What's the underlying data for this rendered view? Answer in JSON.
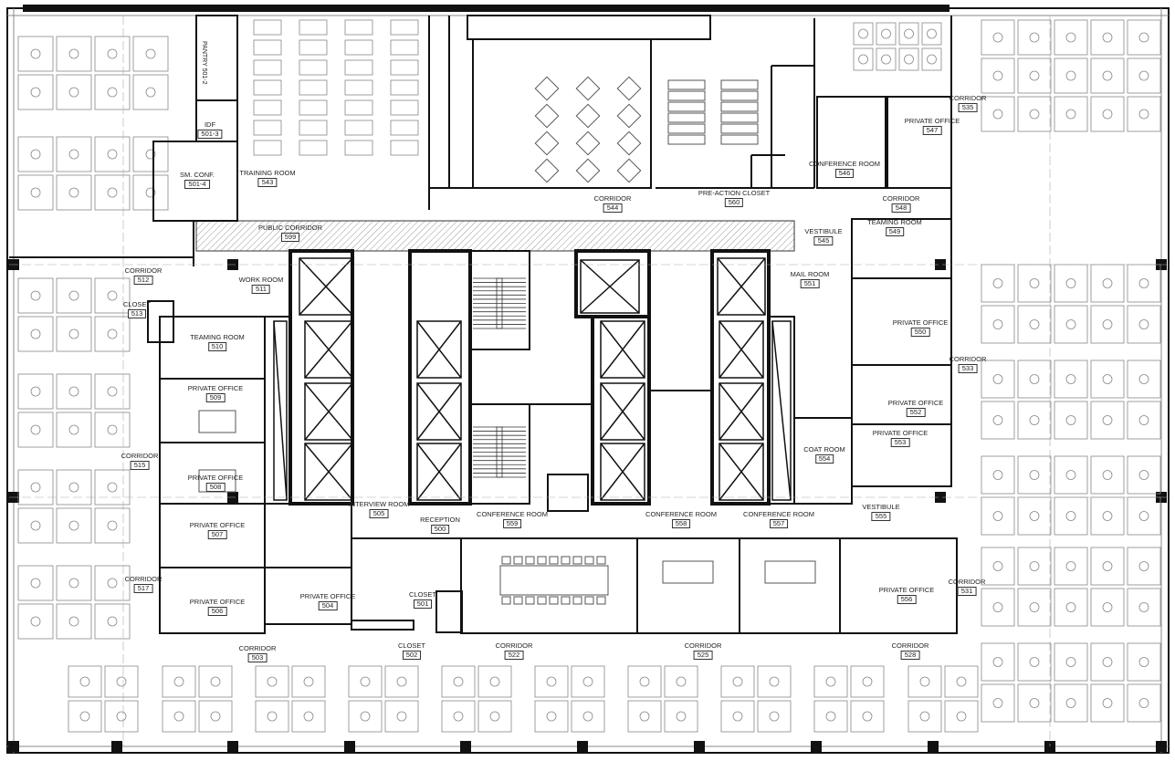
{
  "plan_title": "",
  "rooms": [
    {
      "id": "r543",
      "name": "TRAINING ROOM",
      "number": "543"
    },
    {
      "id": "r501_4",
      "name": "SM. CONF.",
      "number": "501-4"
    },
    {
      "id": "r501_3",
      "name": "IDF",
      "number": "501-3"
    },
    {
      "id": "r599",
      "name": "PUBLIC CORRIDOR",
      "number": "599"
    },
    {
      "id": "r544",
      "name": "CORRIDOR",
      "number": "544"
    },
    {
      "id": "r560",
      "name": "PRE-ACTION CLOSET",
      "number": "560"
    },
    {
      "id": "r548",
      "name": "CORRIDOR",
      "number": "548"
    },
    {
      "id": "r546",
      "name": "CONFERENCE ROOM",
      "number": "546"
    },
    {
      "id": "r547",
      "name": "PRIVATE OFFICE",
      "number": "547"
    },
    {
      "id": "r535",
      "name": "CORRIDOR",
      "number": "535"
    },
    {
      "id": "r545",
      "name": "VESTIBULE",
      "number": "545"
    },
    {
      "id": "r549",
      "name": "TEAMING ROOM",
      "number": "549"
    },
    {
      "id": "r551",
      "name": "MAIL ROOM",
      "number": "551"
    },
    {
      "id": "r550",
      "name": "PRIVATE OFFICE",
      "number": "550"
    },
    {
      "id": "r533",
      "name": "CORRIDOR",
      "number": "533"
    },
    {
      "id": "r552",
      "name": "PRIVATE OFFICE",
      "number": "552"
    },
    {
      "id": "r553",
      "name": "PRIVATE OFFICE",
      "number": "553"
    },
    {
      "id": "r554",
      "name": "COAT ROOM",
      "number": "554"
    },
    {
      "id": "r555",
      "name": "VESTIBULE",
      "number": "555"
    },
    {
      "id": "r512",
      "name": "CORRIDOR",
      "number": "512"
    },
    {
      "id": "r513",
      "name": "CLOSET",
      "number": "513"
    },
    {
      "id": "r511",
      "name": "WORK ROOM",
      "number": "511"
    },
    {
      "id": "r510",
      "name": "TEAMING ROOM",
      "number": "510"
    },
    {
      "id": "r509",
      "name": "PRIVATE OFFICE",
      "number": "509"
    },
    {
      "id": "r508",
      "name": "PRIVATE OFFICE",
      "number": "508"
    },
    {
      "id": "r515",
      "name": "CORRIDOR",
      "number": "515"
    },
    {
      "id": "r507",
      "name": "PRIVATE OFFICE",
      "number": "507"
    },
    {
      "id": "r506",
      "name": "PRIVATE OFFICE",
      "number": "506"
    },
    {
      "id": "r504",
      "name": "PRIVATE OFFICE",
      "number": "504"
    },
    {
      "id": "r505",
      "name": "INTERVIEW ROOM",
      "number": "505"
    },
    {
      "id": "r500",
      "name": "RECEPTION",
      "number": "500"
    },
    {
      "id": "r559",
      "name": "CONFERENCE ROOM",
      "number": "559"
    },
    {
      "id": "r558",
      "name": "CONFERENCE ROOM",
      "number": "558"
    },
    {
      "id": "r557",
      "name": "CONFERENCE ROOM",
      "number": "557"
    },
    {
      "id": "r501",
      "name": "CLOSET",
      "number": "501"
    },
    {
      "id": "r556",
      "name": "PRIVATE OFFICE",
      "number": "556"
    },
    {
      "id": "r531",
      "name": "CORRIDOR",
      "number": "531"
    },
    {
      "id": "r517",
      "name": "CORRIDOR",
      "number": "517"
    },
    {
      "id": "r503",
      "name": "CORRIDOR",
      "number": "503"
    },
    {
      "id": "r502",
      "name": "CLOSET",
      "number": "502"
    },
    {
      "id": "r522",
      "name": "CORRIDOR",
      "number": "522"
    },
    {
      "id": "r525",
      "name": "CORRIDOR",
      "number": "525"
    },
    {
      "id": "r528",
      "name": "CORRIDOR",
      "number": "528"
    }
  ],
  "pantry_label": "PANTRY",
  "pantry_number": "501-2"
}
